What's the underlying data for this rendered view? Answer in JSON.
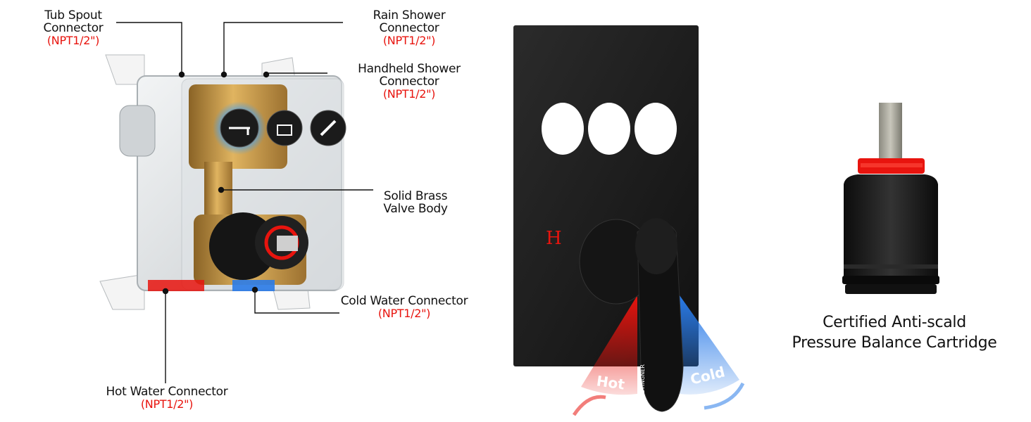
{
  "valve": {
    "callouts": [
      {
        "id": "tub",
        "name": "Tub Spout Connector",
        "spec": "(NPT1/2\")"
      },
      {
        "id": "rain",
        "name": "Rain Shower Connector",
        "spec": "(NPT1/2\")"
      },
      {
        "id": "handheld",
        "name": "Handheld Shower Connector",
        "spec": "(NPT1/2\")"
      },
      {
        "id": "brass",
        "name": "Solid Brass\nValve Body",
        "spec": ""
      },
      {
        "id": "cold",
        "name": "Cold Water Connector",
        "spec": "(NPT1/2\")"
      },
      {
        "id": "hot",
        "name": "Hot Water Connector",
        "spec": "(NPT1/2\")"
      }
    ]
  },
  "trim": {
    "hot_mark": "H",
    "hot_label": "Hot",
    "cold_label": "Cold",
    "brand": "BOSTINGNER"
  },
  "cartridge": {
    "caption_line1": "Certified Anti-scald",
    "caption_line2": "Pressure Balance Cartridge"
  },
  "colors": {
    "hot": "#e8140e",
    "cold": "#2a7be8",
    "brass": "#c89a44",
    "matte_black": "#1a1a1a"
  }
}
